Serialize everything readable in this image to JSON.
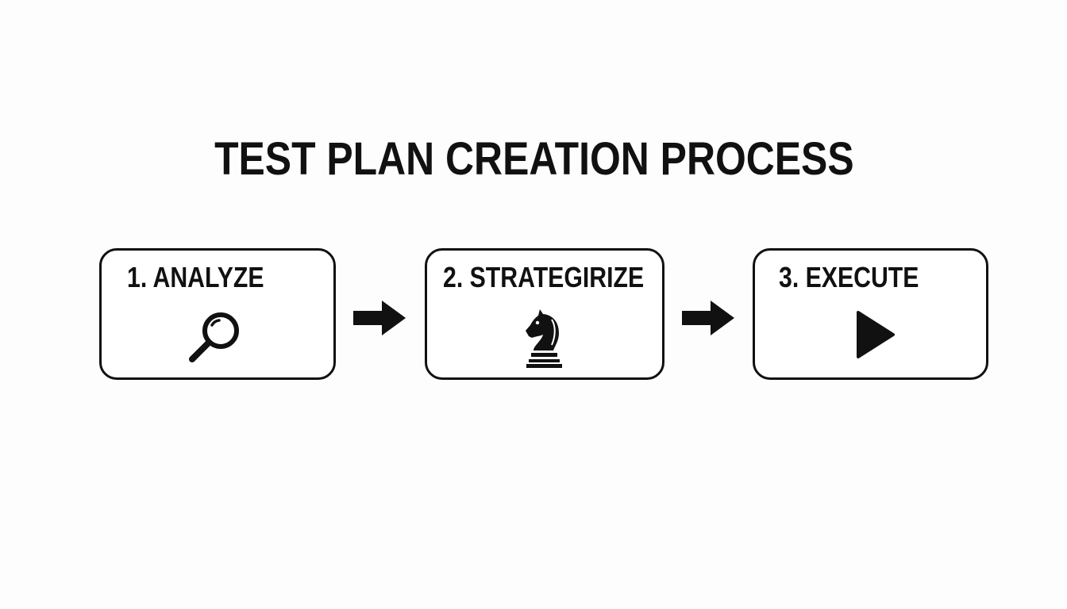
{
  "title": "TEST PLAN CREATION PROCESS",
  "steps": [
    {
      "label": "1. ANALYZE",
      "icon": "magnifying-glass-icon"
    },
    {
      "label": "2. STRATEGIRIZE",
      "icon": "chess-knight-icon"
    },
    {
      "label": "3. EXECUTE",
      "icon": "play-icon"
    }
  ],
  "connectors": [
    "arrow-right-icon",
    "arrow-right-icon"
  ],
  "colors": {
    "background": "#fdfdfd",
    "ink": "#111111",
    "box_fill": "#ffffff"
  }
}
